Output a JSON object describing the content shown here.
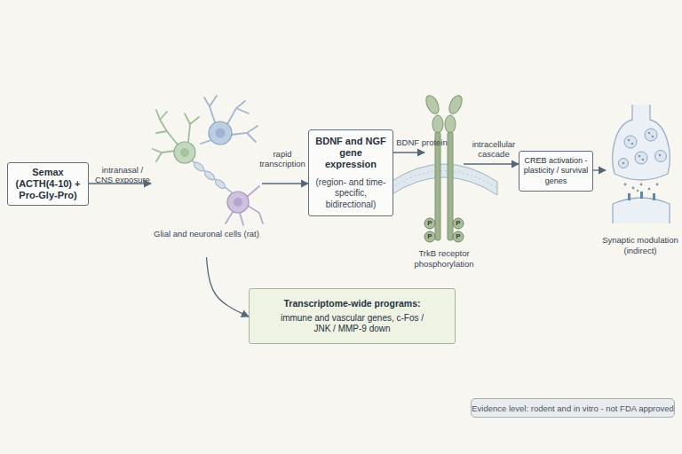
{
  "diagram": {
    "nodes": [
      {
        "text": [
          "Semax (ACTH(4-10) + Pro-Gly-Pro)"
        ]
      },
      {
        "text": [
          "Glial and neuronal cells (rat)"
        ]
      },
      {
        "text": [
          "BDNF and NGF gene expression",
          "(region- and time-specific, bidirectional)"
        ]
      },
      {
        "text": [
          "TrkB receptor phosphorylation"
        ]
      },
      {
        "text": [
          "CREB activation - plasticity / survival genes"
        ]
      },
      {
        "text": [
          "Synaptic modulation (indirect)"
        ]
      },
      {
        "text": [
          "Transcriptome-wide programs:",
          "immune and vascular genes, c-Fos / JNK / MMP-9 down"
        ]
      },
      {
        "text": [
          "Evidence level: rodent and in vitro - not FDA approved"
        ]
      }
    ],
    "edges": [
      {
        "from": 0,
        "to": 1,
        "label": "intranasal / CNS exposure",
        "arrow": "to"
      },
      {
        "from": 1,
        "to": 2,
        "label": "rapid transcription",
        "arrow": "to"
      },
      {
        "from": 2,
        "to": 3,
        "label": "BDNF protein",
        "arrow": "to"
      },
      {
        "from": 3,
        "to": 4,
        "label": "intracellular cascade",
        "arrow": "to"
      },
      {
        "from": 4,
        "to": 5,
        "arrow": "to"
      },
      {
        "from": 1,
        "to": 6,
        "arrow": "to"
      }
    ],
    "labels": [
      "P",
      "P",
      "P",
      "P"
    ]
  }
}
